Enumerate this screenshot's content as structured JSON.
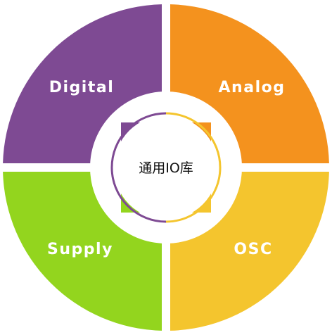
{
  "diagram": {
    "center_label": "通用IO库",
    "quadrants": [
      {
        "id": "digital",
        "label": "Digital",
        "color": "#7e4a93"
      },
      {
        "id": "analog",
        "label": "Analog",
        "color": "#f4921e"
      },
      {
        "id": "supply",
        "label": "Supply",
        "color": "#93d51e"
      },
      {
        "id": "osc",
        "label": "OSC",
        "color": "#f4c52e"
      }
    ]
  }
}
